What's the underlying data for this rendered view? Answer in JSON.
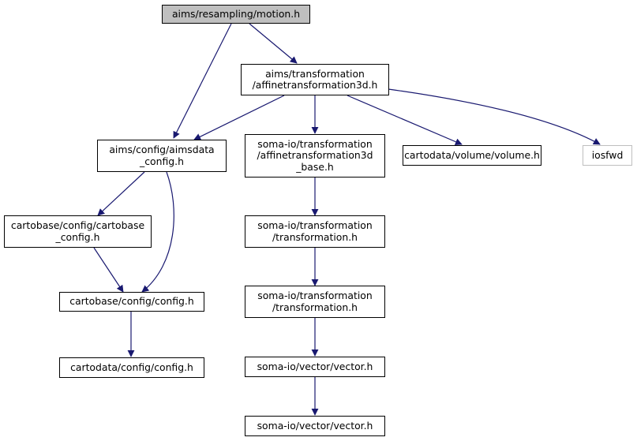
{
  "nodes": {
    "motion": [
      "aims/resampling/motion.h"
    ],
    "affine": [
      "aims/transformation",
      "/affinetransformation3d.h"
    ],
    "aimsdata_config": [
      "aims/config/aimsdata",
      "_config.h"
    ],
    "somaio_affine_base": [
      "soma-io/transformation",
      "/affinetransformation3d",
      "_base.h"
    ],
    "volume": [
      "cartodata/volume/volume.h"
    ],
    "iosfwd": [
      "iosfwd"
    ],
    "cartobase_config": [
      "cartobase/config/cartobase",
      "_config.h"
    ],
    "somaio_transformation_1": [
      "soma-io/transformation",
      "/transformation.h"
    ],
    "config": [
      "cartobase/config/config.h"
    ],
    "somaio_transformation_2": [
      "soma-io/transformation",
      "/transformation.h"
    ],
    "cartodata_config": [
      "cartodata/config/config.h"
    ],
    "vector_1": [
      "soma-io/vector/vector.h"
    ],
    "vector_2": [
      "soma-io/vector/vector.h"
    ]
  },
  "colors": {
    "edge": "#191970",
    "root_fill": "#bfbfbf",
    "external_border": "#bfbfbf"
  }
}
